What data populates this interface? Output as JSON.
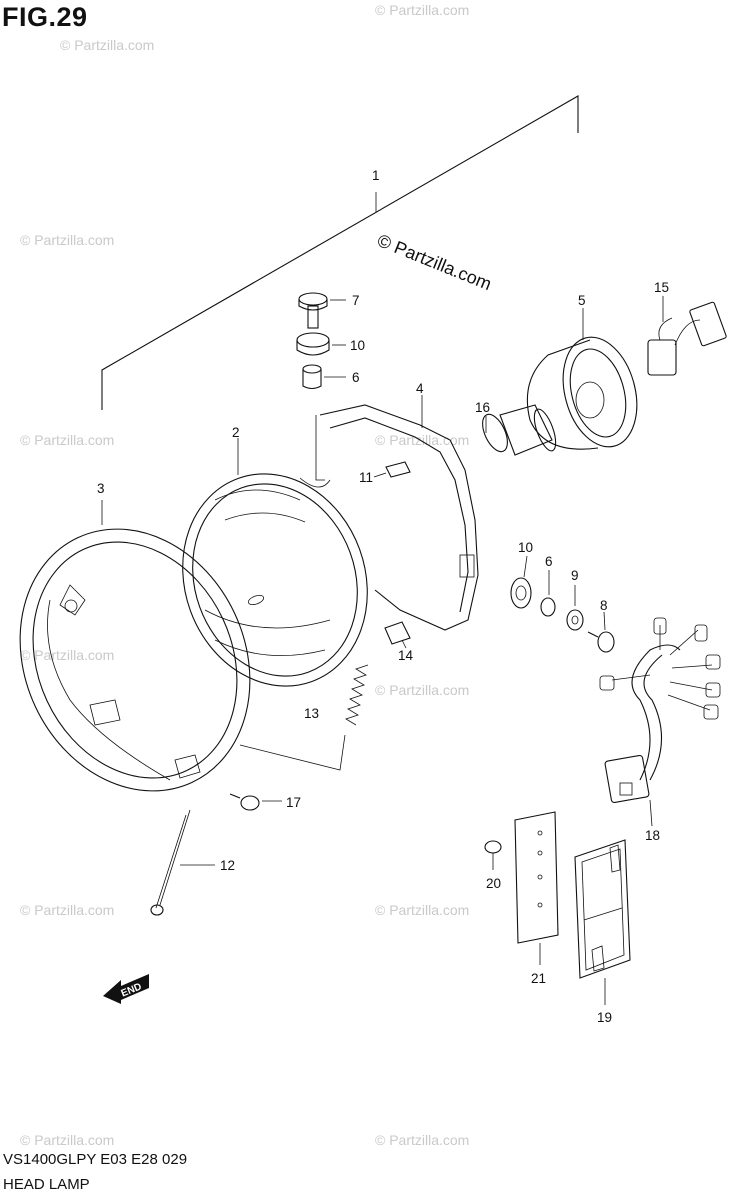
{
  "title": "FIG.29",
  "watermark_main": "© Partzilla.com",
  "watermark_repeat": "© Partzilla.com",
  "end_label": "END",
  "footer": {
    "code": "VS1400GLPY E03 E28  029",
    "name": "HEAD LAMP"
  },
  "callouts": {
    "c1": "1",
    "c2": "2",
    "c3": "3",
    "c4": "4",
    "c5": "5",
    "c6a": "6",
    "c6b": "6",
    "c7": "7",
    "c8": "8",
    "c9": "9",
    "c10a": "10",
    "c10b": "10",
    "c11": "11",
    "c12": "12",
    "c13": "13",
    "c14": "14",
    "c15": "15",
    "c16": "16",
    "c17": "17",
    "c18": "18",
    "c19": "19",
    "c20": "20",
    "c21": "21"
  }
}
